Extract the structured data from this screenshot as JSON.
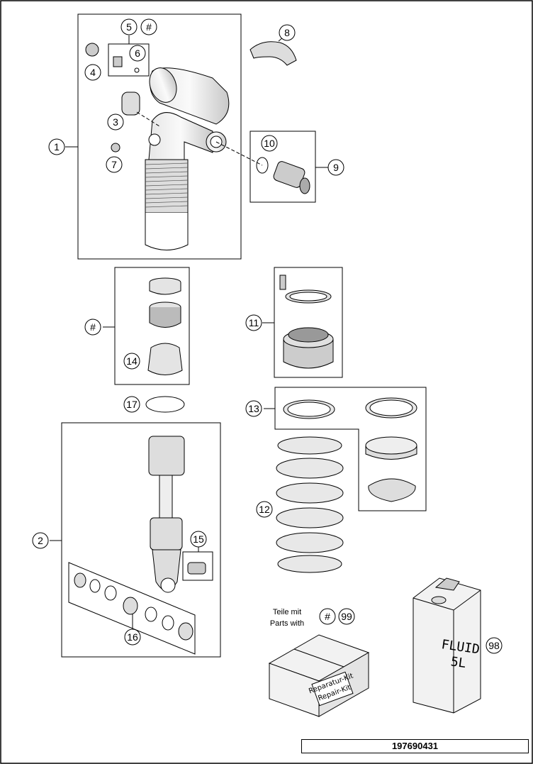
{
  "callouts": {
    "c1": "1",
    "c2": "2",
    "c3": "3",
    "c4": "4",
    "c5": "5",
    "c5hash": "#",
    "c6": "6",
    "c7": "7",
    "c8": "8",
    "c9": "9",
    "c10": "10",
    "c11": "11",
    "c12": "12",
    "c13": "13",
    "c14": "14",
    "chash": "#",
    "c15": "15",
    "c16": "16",
    "c17": "17",
    "c98": "98",
    "c99hash": "#",
    "c99": "99"
  },
  "kit_note": {
    "line1": "Teile mit",
    "line2": "Parts with"
  },
  "repair_box": {
    "line1": "Reparatur-Kit",
    "line2": "Repair-Kit"
  },
  "fluid_can": {
    "line1": "FLUID",
    "line2": "5L"
  },
  "document_number": "197690431"
}
